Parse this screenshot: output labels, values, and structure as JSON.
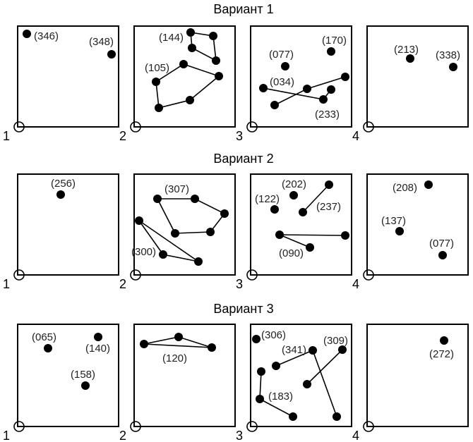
{
  "variants": [
    {
      "title": "Вариант 1",
      "labels": [
        "(346)",
        "(348)",
        "(144)",
        "(105)",
        "(077)",
        "(170)",
        "(034)",
        "(233)",
        "(213)",
        "(338)"
      ]
    },
    {
      "title": "Вариант 2",
      "labels": [
        "(256)",
        "(307)",
        "(300)",
        "(122)",
        "(202)",
        "(237)",
        "(090)",
        "(208)",
        "(137)",
        "(077)"
      ]
    },
    {
      "title": "Вариант 3",
      "labels": [
        "(065)",
        "(140)",
        "(158)",
        "(120)",
        "(306)",
        "(341)",
        "(309)",
        "(183)",
        "(272)"
      ]
    }
  ],
  "panel_numbers": [
    "1",
    "2",
    "3",
    "4"
  ]
}
